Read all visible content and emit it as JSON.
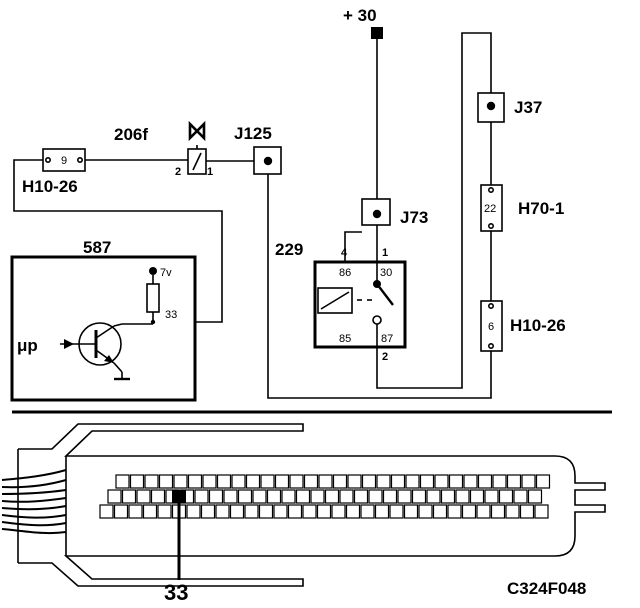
{
  "labels": {
    "supply": "+ 30",
    "j37": "J37",
    "h70": "H70-1",
    "h70_pin": "22",
    "h1026_right": "H10-26",
    "h1026_right_pin": "6",
    "h1026_left": "H10-26",
    "h1026_left_pin": "9",
    "j73": "J73",
    "j125": "J125",
    "diode": "206f",
    "diode_pin2": "2",
    "diode_pin1": "1",
    "relay": "229",
    "relay_pin4": "4",
    "relay_pin1": "1",
    "relay_pin2": "2",
    "relay_t86": "86",
    "relay_t30": "30",
    "relay_t85": "85",
    "relay_t87": "87",
    "ecu": "587",
    "ecu_v": "7v",
    "ecu_pin33": "33",
    "ecu_mu": "μp",
    "connector_pin": "33",
    "code": "C324F048"
  }
}
